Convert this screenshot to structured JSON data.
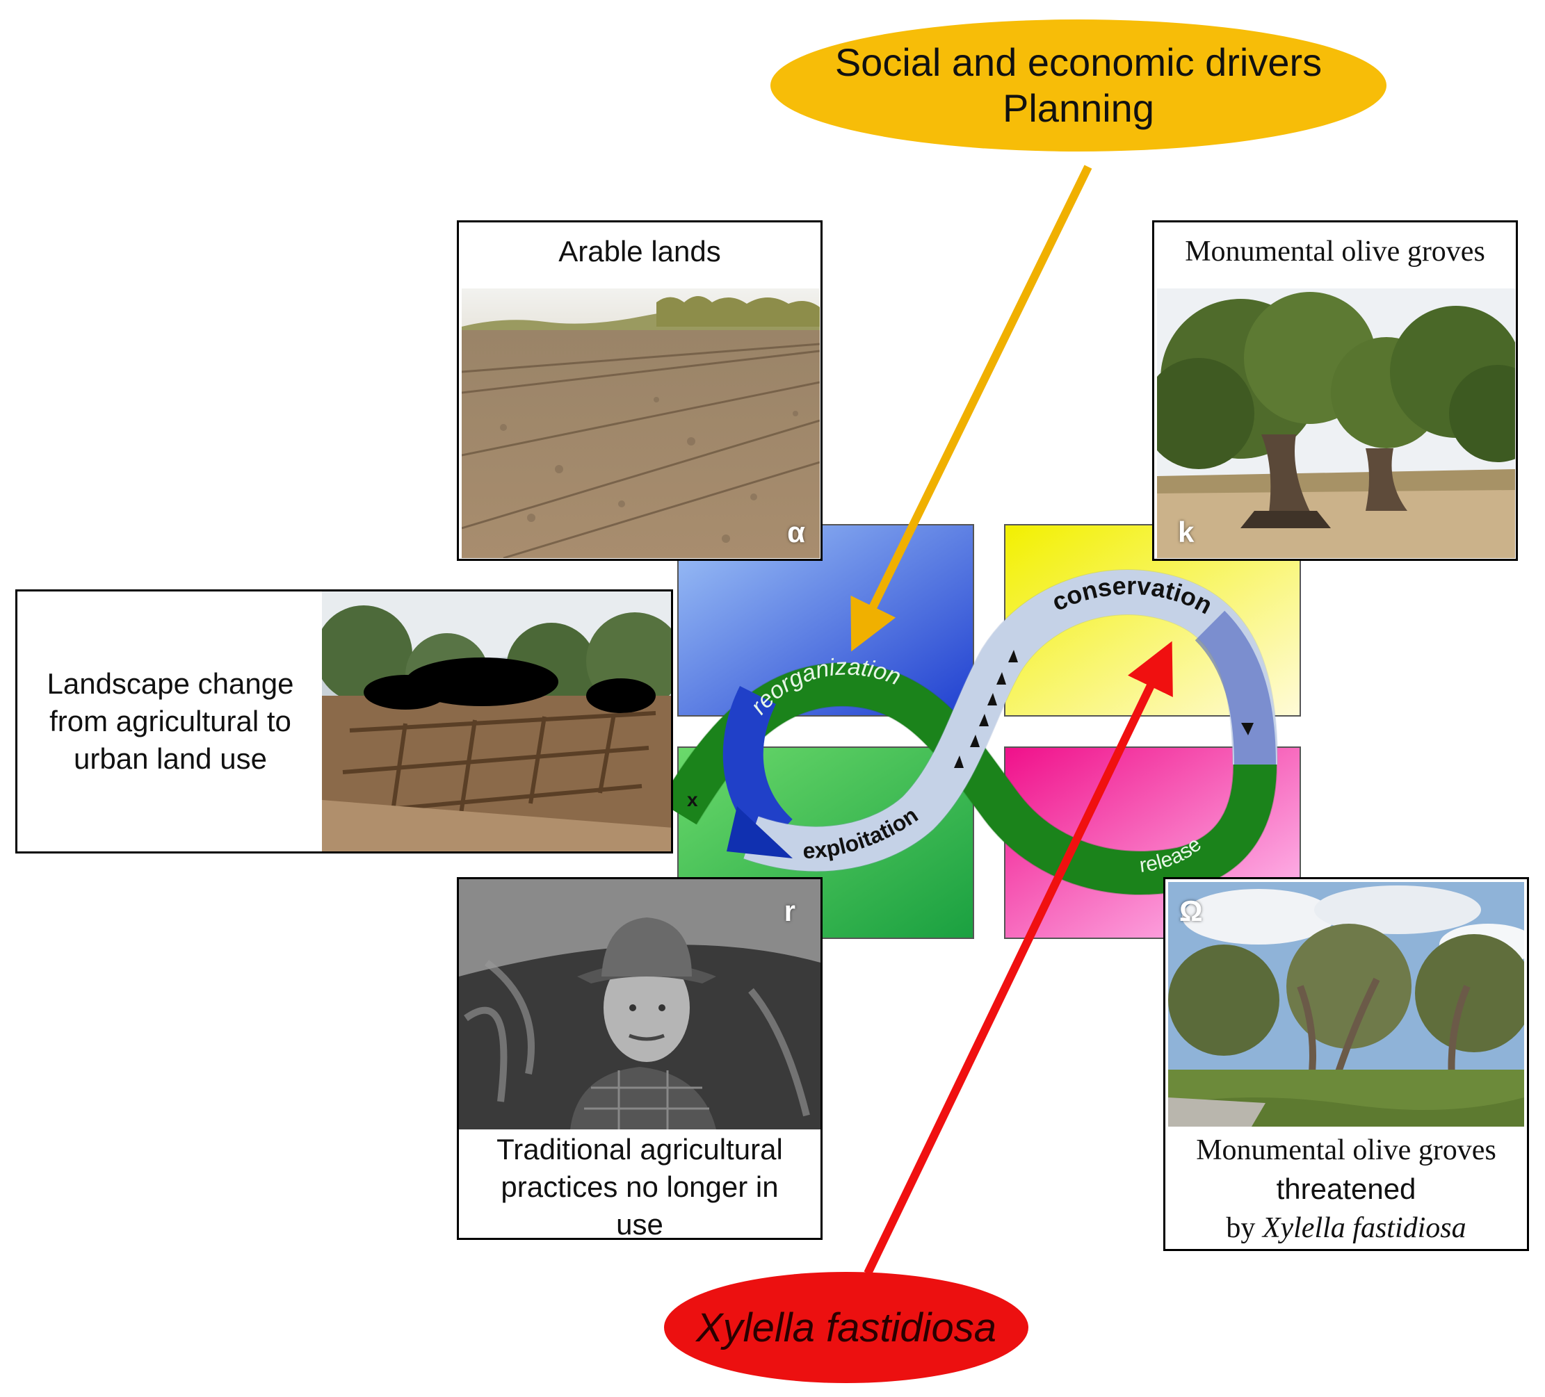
{
  "drivers": {
    "line1": "Social and economic drivers",
    "line2": "Planning"
  },
  "pathogen": {
    "label": "Xylella fastidiosa"
  },
  "panels": {
    "arable": {
      "caption": "Arable lands",
      "phase": "α"
    },
    "olive_groves": {
      "caption": "Monumental olive groves",
      "phase": "k"
    },
    "landscape_change": {
      "line1": "Landscape change",
      "line2": "from agricultural to",
      "line3": "urban land use"
    },
    "traditional": {
      "line1": "Traditional agricultural",
      "line2": "practices no longer in",
      "line3": "use",
      "phase": "r"
    },
    "threatened": {
      "line1": "Monumental olive groves",
      "line2": "threatened",
      "line3_prefix": "by ",
      "line3_italic": "Xylella fastidiosa",
      "phase": "Ω"
    }
  },
  "cycle": {
    "conservation": "conservation",
    "reorganization": "reorganization",
    "exploitation": "exploitation",
    "release": "release",
    "marker": "x"
  },
  "colors": {
    "drivers": "#f7bd08",
    "pathogen": "#ec1010",
    "quad_alpha": "#3c78e6",
    "quad_k": "#f0f000",
    "quad_r": "#1fbf4a",
    "quad_omega": "#f020a0",
    "band_green": "#1f8f1f",
    "band_light": "#dfe8f5"
  }
}
